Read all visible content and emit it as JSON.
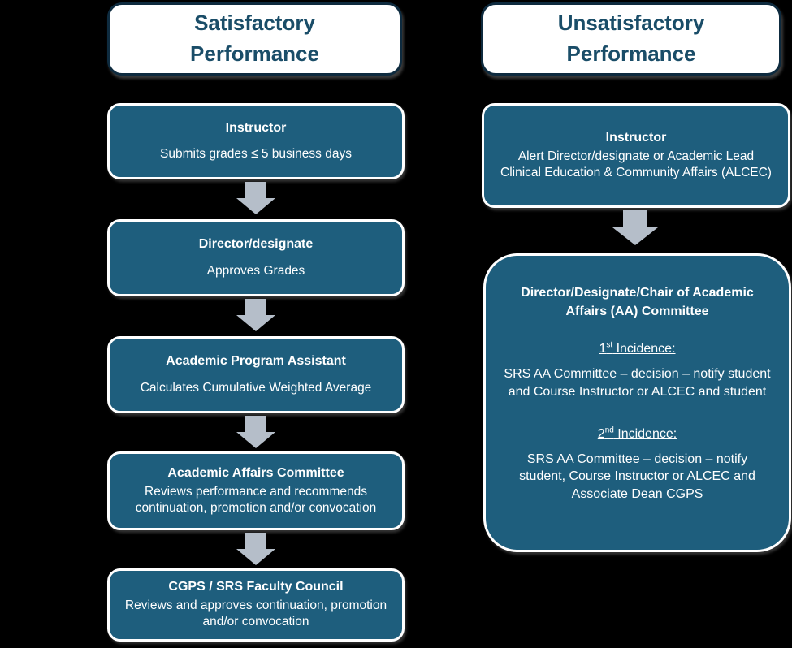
{
  "colors": {
    "box-fill": "#1E5E7D",
    "box-border": "#FFFFFF",
    "header-fill": "#FFFFFF",
    "header-border": "#0E2B3F",
    "header-text": "#1A4D68",
    "box-text": "#FFFFFF",
    "arrow": "#B5BEC9",
    "background": "#000000"
  },
  "left": {
    "header": "Satisfactory Performance",
    "steps": [
      {
        "title": "Instructor",
        "body": "Submits grades ≤ 5 business days"
      },
      {
        "title": "Director/designate",
        "body": "Approves Grades"
      },
      {
        "title": "Academic Program Assistant",
        "body": "Calculates Cumulative Weighted Average"
      },
      {
        "title": "Academic Affairs Committee",
        "body": "Reviews performance and recommends continuation, promotion and/or convocation"
      },
      {
        "title": "CGPS / SRS Faculty Council",
        "body": "Reviews and approves continuation, promotion and/or convocation"
      }
    ]
  },
  "right": {
    "header": "Unsatisfactory Performance",
    "instructor": {
      "title": "Instructor",
      "body": "Alert Director/designate or Academic Lead Clinical Education & Community Affairs (ALCEC)"
    },
    "committee": {
      "title": "Director/Designate/Chair of Academic Affairs (AA) Committee",
      "incidence1": {
        "num": "1",
        "sup": "st",
        "label": " Incidence:",
        "body": "SRS AA Committee – decision – notify student and Course Instructor or ALCEC and student"
      },
      "incidence2": {
        "num": "2",
        "sup": "nd",
        "label": " Incidence:",
        "body": "SRS AA Committee – decision – notify student, Course Instructor or ALCEC and Associate Dean CGPS"
      }
    }
  }
}
